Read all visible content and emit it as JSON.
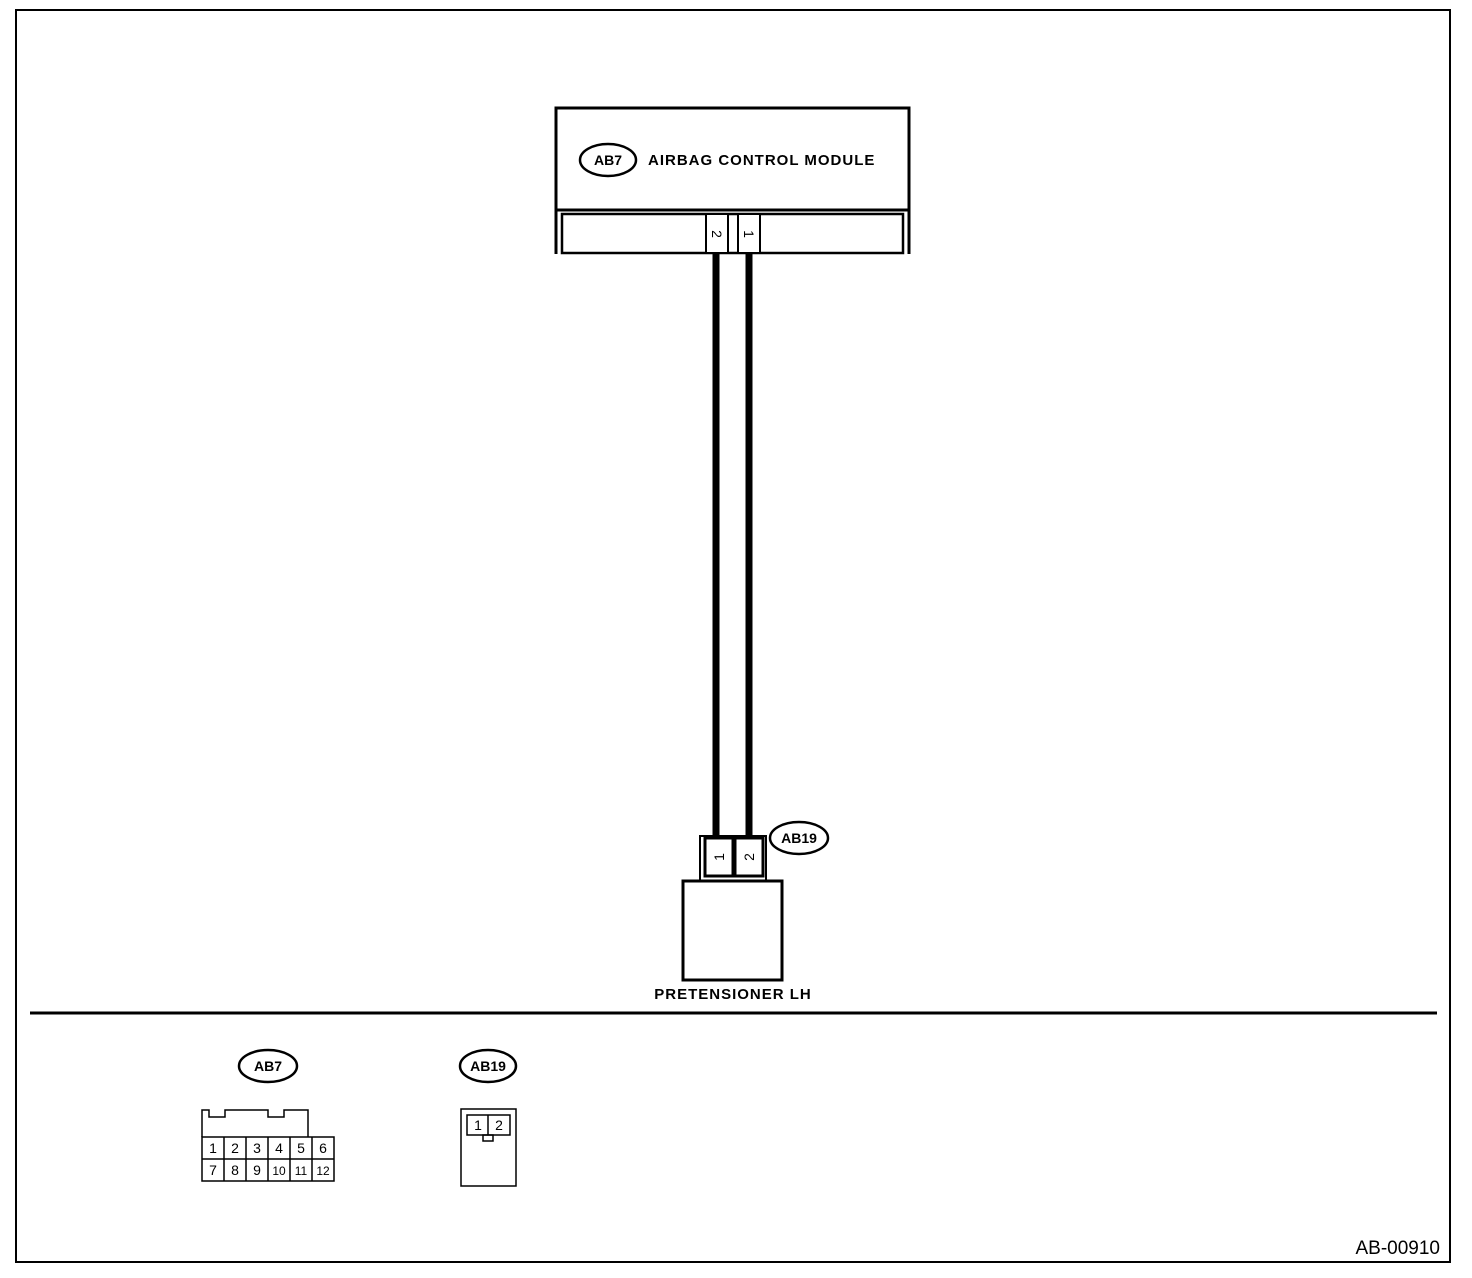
{
  "diagram": {
    "module": {
      "connector_tag": "AB7",
      "name": "AIRBAG CONTROL MODULE",
      "pins": [
        "2",
        "1"
      ]
    },
    "pretensioner": {
      "connector_tag": "AB19",
      "name": "PRETENSIONER LH",
      "pins": [
        "1",
        "2"
      ]
    },
    "legend": {
      "ab7": {
        "tag": "AB7",
        "row1": [
          "1",
          "2",
          "3",
          "4",
          "5",
          "6"
        ],
        "row2": [
          "7",
          "8",
          "9",
          "10",
          "11",
          "12"
        ]
      },
      "ab19": {
        "tag": "AB19",
        "pins": [
          "1",
          "2"
        ]
      }
    },
    "figure_id": "AB-00910"
  }
}
